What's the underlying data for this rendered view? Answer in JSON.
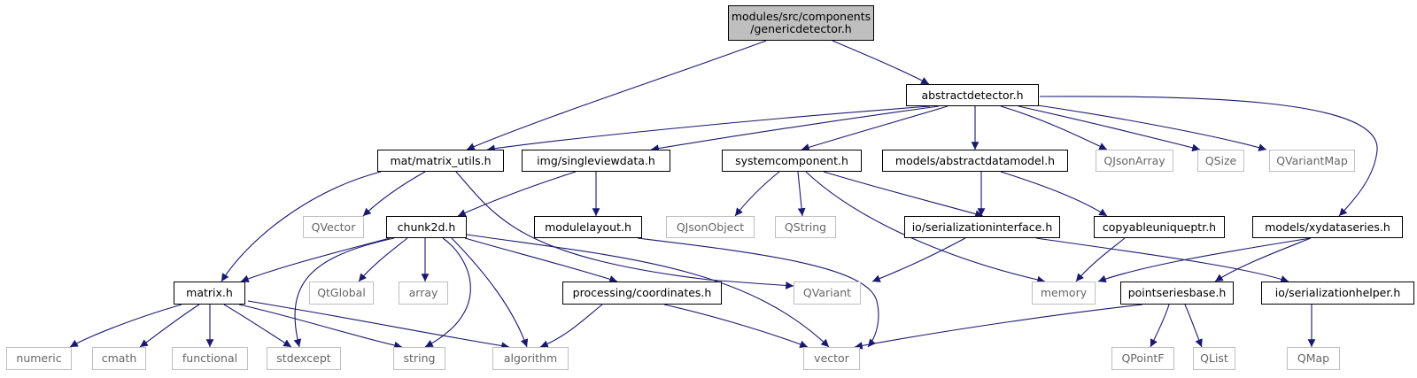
{
  "graph": {
    "title_line1": "modules/src/components",
    "title_line2": "/genericdetector.h",
    "headers": {
      "abstractdetector": "abstractdetector.h",
      "matrix_utils": "mat/matrix_utils.h",
      "singleviewdata": "img/singleviewdata.h",
      "systemcomponent": "systemcomponent.h",
      "abstractdatamodel": "models/abstractdatamodel.h",
      "chunk2d": "chunk2d.h",
      "modulelayout": "modulelayout.h",
      "serializationinterface": "io/serializationinterface.h",
      "copyableuniqueptr": "copyableuniqueptr.h",
      "xydataseries": "models/xydataseries.h",
      "matrix": "matrix.h",
      "coordinates": "processing/coordinates.h",
      "pointseriesbase": "pointseriesbase.h",
      "serializationhelper": "io/serializationhelper.h"
    },
    "externals": {
      "QJsonArray": "QJsonArray",
      "QSize": "QSize",
      "QVariantMap": "QVariantMap",
      "QVector": "QVector",
      "QJsonObject": "QJsonObject",
      "QString": "QString",
      "QtGlobal": "QtGlobal",
      "array": "array",
      "QVariant": "QVariant",
      "memory": "memory",
      "numeric": "numeric",
      "cmath": "cmath",
      "functional": "functional",
      "stdexcept": "stdexcept",
      "string": "string",
      "algorithm": "algorithm",
      "vector": "vector",
      "QPointF": "QPointF",
      "QList": "QList",
      "QMap": "QMap"
    }
  },
  "colors": {
    "edge": "#191970",
    "root_fill": "#bfbfbf",
    "external_border": "#bfbfbf",
    "external_text": "#666666"
  }
}
